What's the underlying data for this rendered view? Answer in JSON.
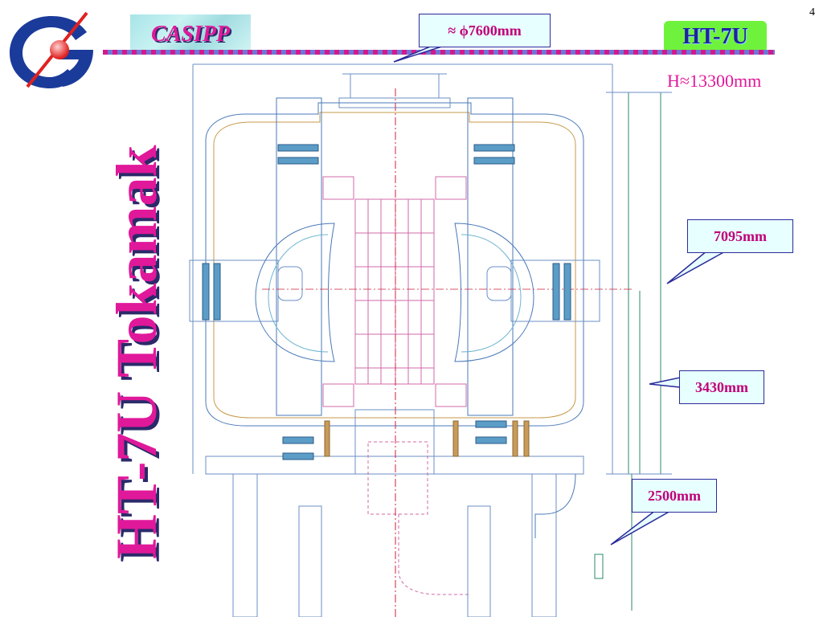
{
  "slide": {
    "page_number": "4"
  },
  "header": {
    "org_label": "CASIPP",
    "device_badge": "HT-7U"
  },
  "title": {
    "vertical_text": "HT-7U Tokamak"
  },
  "dimensions": {
    "height": "H≈13300mm",
    "diameter": "≈ ϕ7600mm",
    "dim_7095": "7095mm",
    "dim_3430": "3430mm",
    "dim_2500": "2500mm"
  },
  "colors": {
    "accent_magenta": "#e0189a",
    "badge_green": "#6ff23c",
    "callout_bg": "#e8ffff",
    "drawing_line": "#4a79b8"
  },
  "icons": {
    "logo": "institute-logo-icon"
  }
}
